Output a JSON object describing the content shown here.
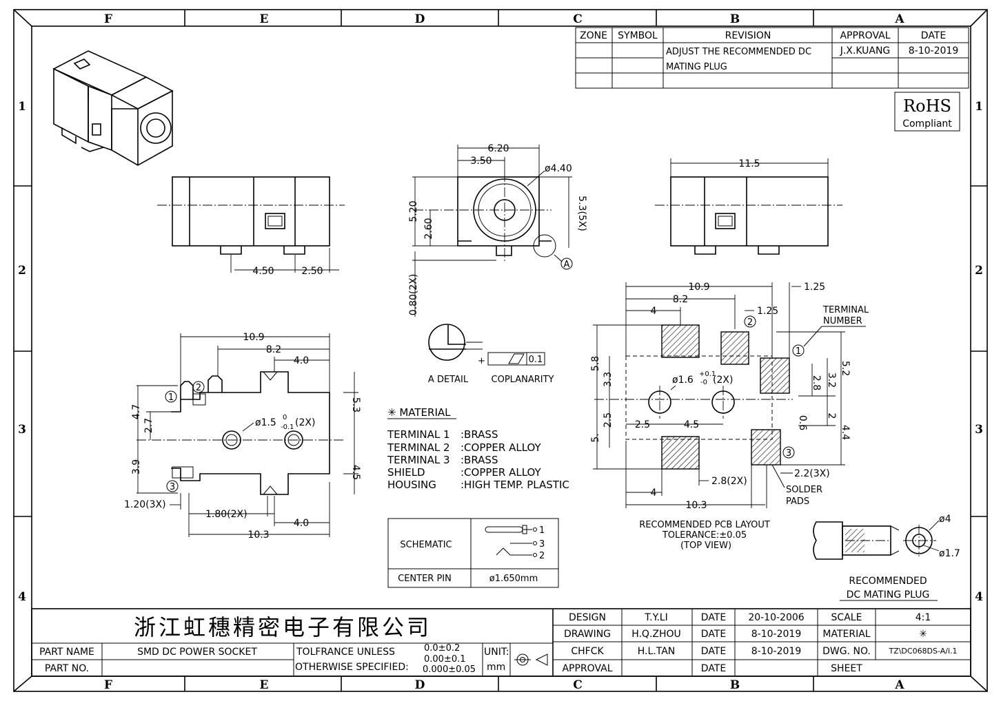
{
  "border": {
    "columns": [
      "F",
      "E",
      "D",
      "C",
      "B",
      "A"
    ],
    "rows": [
      "1",
      "2",
      "3",
      "4"
    ]
  },
  "revision_table": {
    "headers": [
      "ZONE",
      "SYMBOL",
      "REVISION",
      "APPROVAL",
      "DATE"
    ],
    "rows": [
      {
        "zone": "",
        "symbol": "",
        "revision_line1": "ADJUST THE RECOMMENDED DC",
        "revision_line2": "MATING PLUG",
        "approval": "J.X.KUANG",
        "date": "8-10-2019"
      }
    ]
  },
  "rohs": {
    "title": "RoHS",
    "subtitle": "Compliant"
  },
  "front_view": {
    "dims": {
      "width": "6.20",
      "offset": "3.50",
      "diameter": "ø4.40",
      "height": "5.20",
      "center": "2.60",
      "pins": "5.3(5X)",
      "thickness": "0.80(2X)"
    },
    "detail_marker": "A"
  },
  "side_view_left": {
    "dims": {
      "a": "4.50",
      "b": "2.50"
    }
  },
  "side_view_right": {
    "dims": {
      "length": "11.5"
    }
  },
  "detail": {
    "label": "A DETAIL",
    "coplanarity_label": "COPLANARITY",
    "tolerance": "0.1"
  },
  "bottom_view": {
    "dims": {
      "w1": "10.9",
      "w2": "8.2",
      "w3": "4.0",
      "w4": "4.0",
      "h1": "4.7",
      "h2": "2.7",
      "h3": "3.9",
      "h4": "5.3",
      "h5": "4.5",
      "hole": "ø1.5",
      "hole_tol_up": "0",
      "hole_tol_down": "-0.1",
      "hole_count": "(2X)",
      "pitch1": "1.20(3X)",
      "pitch2": "1.80(2X)",
      "w5": "10.3"
    },
    "terminals": [
      "1",
      "2",
      "3"
    ]
  },
  "material": {
    "title": "✳ MATERIAL",
    "items": [
      {
        "part": "TERMINAL 1",
        "material": ":BRASS"
      },
      {
        "part": "TERMINAL 2",
        "material": ":COPPER ALLOY"
      },
      {
        "part": "TERMINAL 3",
        "material": ":BRASS"
      },
      {
        "part": "SHIELD",
        "material": ":COPPER ALLOY"
      },
      {
        "part": "HOUSING",
        "material": ":HIGH TEMP. PLASTIC"
      }
    ]
  },
  "schematic_table": {
    "schematic_label": "SCHEMATIC",
    "center_pin_label": "CENTER PIN",
    "center_pin_value": "ø1.650mm",
    "pins": [
      "1",
      "3",
      "2"
    ]
  },
  "pcb_layout": {
    "dims": {
      "w1": "10.9",
      "w2": "8.2",
      "w3": "4",
      "w4": "1.25",
      "w5": "1.25",
      "h1": "5.8",
      "h2": "3.3",
      "h3": "2.5",
      "h4": "5.",
      "hole": "ø1.6",
      "hole_tol_up": "+0.1",
      "hole_tol_down": "-0",
      "hole_count": "(2X)",
      "s1": "2.5",
      "s2": "4.5",
      "r1": "5.2",
      "r2": "3.2",
      "r3": "2.8",
      "r4": "0.6",
      "r5": "2",
      "r6": "4.4",
      "pitch": "2.8(2X)",
      "pad": "2.2(3X)",
      "w6": "4",
      "w7": "10.3"
    },
    "terminal_number_label_1": "TERMINAL",
    "terminal_number_label_2": "NUMBER",
    "solder_label_1": "SOLDER",
    "solder_label_2": "PADS",
    "caption_1": "RECOMMENDED PCB LAYOUT",
    "caption_2": "TOLERANCE:±0.05",
    "caption_3": "(TOP VIEW)",
    "terminals": [
      "1",
      "2",
      "3"
    ]
  },
  "mating_plug": {
    "d1": "ø4",
    "d2": "ø1.7",
    "caption_1": "RECOMMENDED",
    "caption_2": "DC MATING PLUG"
  },
  "title_block": {
    "company": "浙江虹穗精密电子有限公司",
    "part_name_label": "PART NAME",
    "part_name": "SMD DC POWER SOCKET",
    "part_no_label": "PART NO.",
    "part_no": "",
    "tolerance_label_1": "TOLFRANCE UNLESS",
    "tolerance_label_2": "OTHERWISE SPECIFIED:",
    "tol_1": "0.0±0.2",
    "tol_2": "0.00±0.1",
    "tol_3": "0.000±0.05",
    "unit_label": "UNIT:",
    "unit_value": "mm",
    "design_label": "DESIGN",
    "design_name": "T.Y.LI",
    "design_date_label": "DATE",
    "design_date": "20-10-2006",
    "drawing_label": "DRAWING",
    "drawing_name": "H.Q.ZHOU",
    "drawing_date_label": "DATE",
    "drawing_date": "8-10-2019",
    "check_label": "CHFCK",
    "check_name": "H.L.TAN",
    "check_date_label": "DATE",
    "check_date": "8-10-2019",
    "approval_label": "APPROVAL",
    "approval_name": "",
    "approval_date_label": "DATE",
    "approval_date": "",
    "scale_label": "SCALE",
    "scale_value": "4:1",
    "material_label": "MATERIAL",
    "material_value": "✳",
    "dwg_label": "DWG. NO.",
    "dwg_value": "TZ\\DC068DS-A/i.1",
    "sheet_label": "SHEET",
    "sheet_value": ""
  }
}
